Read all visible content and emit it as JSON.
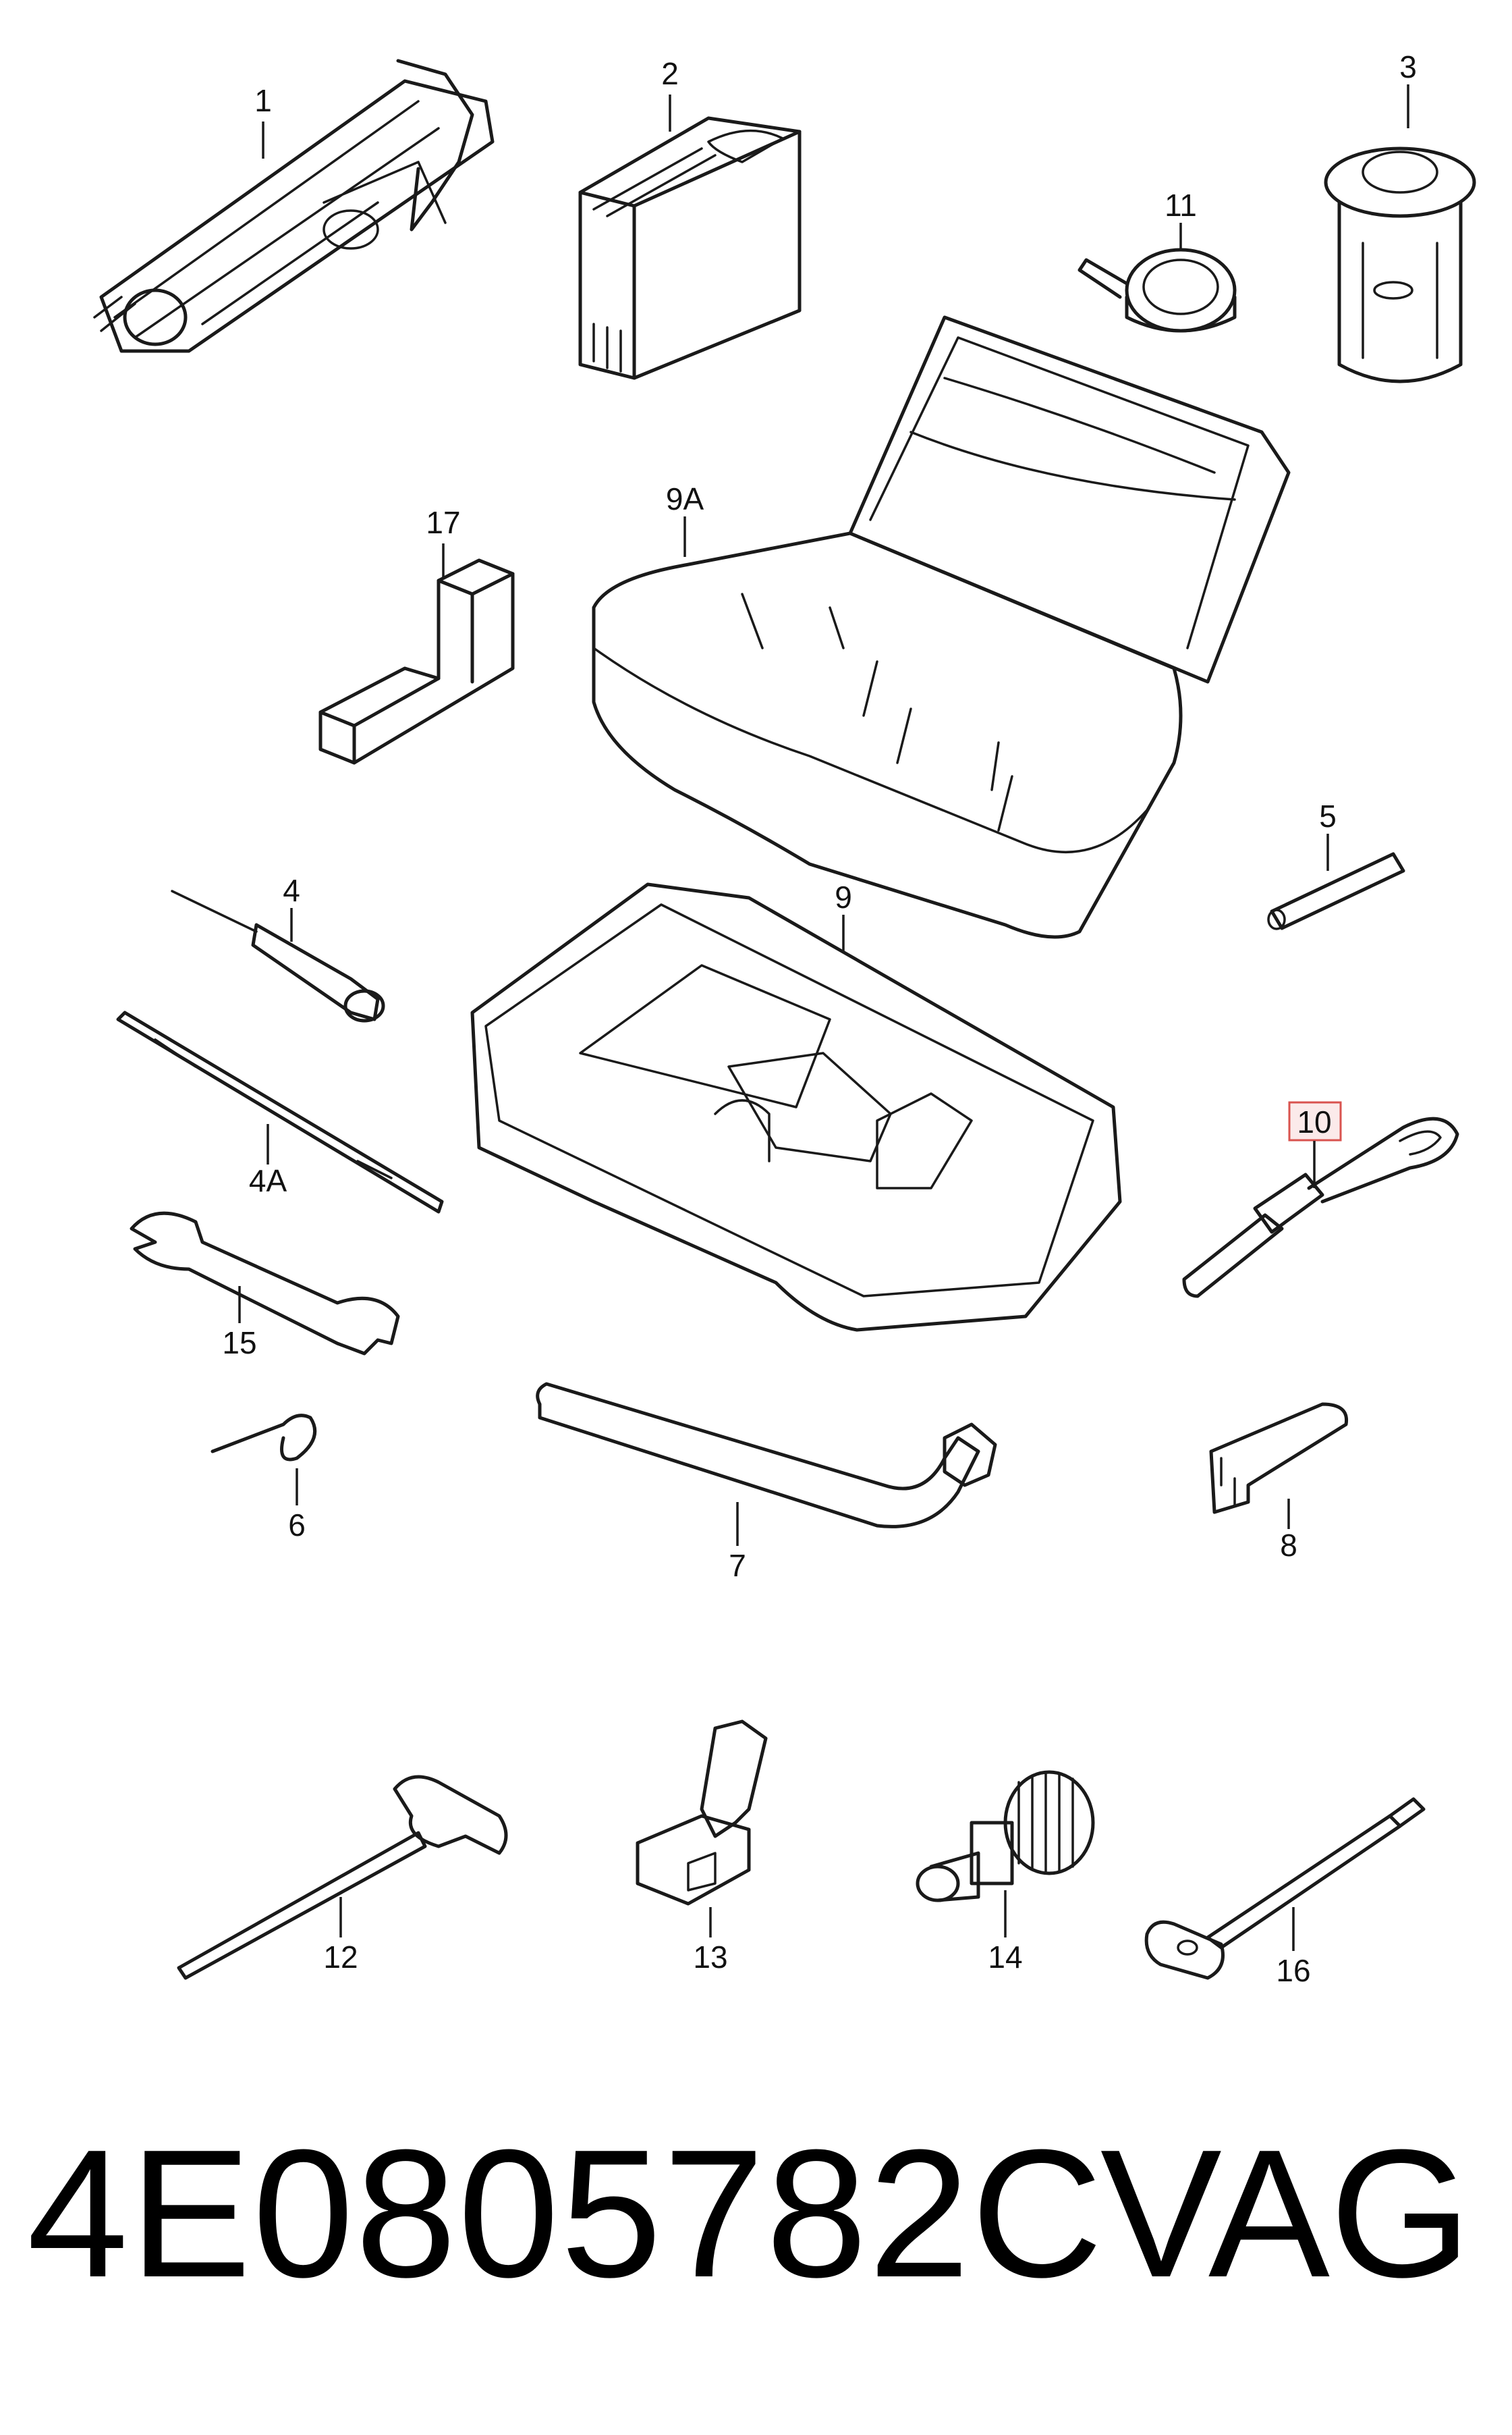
{
  "labels": {
    "l1": "1",
    "l2": "2",
    "l3": "3",
    "l11": "11",
    "l17": "17",
    "l9a": "9A",
    "l5": "5",
    "l4": "4",
    "l9": "9",
    "l4a": "4A",
    "l10": "10",
    "l15": "15",
    "l6": "6",
    "l7": "7",
    "l8": "8",
    "l12": "12",
    "l13": "13",
    "l14": "14",
    "l16": "16"
  },
  "part_number": "4E0805782C",
  "brand": "VAG",
  "highlight_color": "#d9534f"
}
